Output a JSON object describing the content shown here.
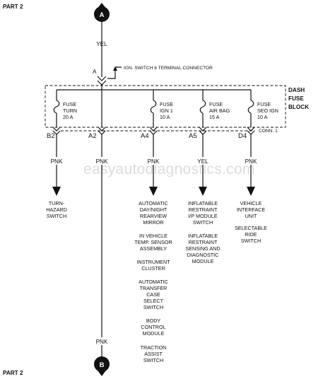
{
  "part_label_top": "PART 2",
  "part_label_bottom": "PART 2",
  "connector_a_letter": "A",
  "connector_b_letter": "B",
  "wire_color_top": "YEL",
  "ign_pin_letter": "A",
  "ign_connector_label": "IGN. SWITCH 6 TERMINAL CONNECTOR",
  "block_title": [
    "DASH",
    "FUSE",
    "BLOCK"
  ],
  "conn1_label": "CONN. 1",
  "fuses": [
    {
      "lines": [
        "FUSE",
        "TURN",
        "20 A"
      ]
    },
    {
      "lines": [
        "FUSE",
        "IGN 1",
        "10 A"
      ]
    },
    {
      "lines": [
        "FUSE",
        "AIR BAG",
        "15 A"
      ]
    },
    {
      "lines": [
        "FUSE",
        "SEO IGN",
        "10 A"
      ]
    }
  ],
  "pins": [
    "B2",
    "A2",
    "A4",
    "A5",
    "D4"
  ],
  "wire_colors": [
    "PNK",
    "PNK",
    "PNK",
    "YEL",
    "PNK"
  ],
  "wire_color_bottom": "PNK",
  "watermark": "easyautodiagnostics.com",
  "destinations": {
    "b2": [
      [
        "TURN-",
        "HAZARD",
        "SWITCH"
      ]
    ],
    "a4": [
      [
        "AUTOMATIC",
        "DAY/NIGHT",
        "REARVIEW",
        "MIRROR"
      ],
      [
        "IN VEHICLE",
        "TEMP. SENSOR",
        "ASSEMBLY"
      ],
      [
        "INSTRUMENT",
        "CLUSTER"
      ],
      [
        "AUTOMATIC",
        "TRANSFER",
        "CASE",
        "SELECT",
        "SWITCH"
      ],
      [
        "BODY",
        "CONTROL",
        "MODULE"
      ],
      [
        "TRACTION",
        "ASSIST",
        "SWITCH"
      ]
    ],
    "a5": [
      [
        "INFLATABLE",
        "RESTRAINT",
        "I/P MODULE",
        "SWITCH"
      ],
      [
        "INFLATABLE",
        "RESTRAINT",
        "SENSING AND",
        "DIAGNOSTIC",
        "MODULE"
      ]
    ],
    "d4": [
      [
        "VEHICLE",
        "INTERFACE",
        "UNIT"
      ],
      [
        "SELECTABLE",
        "RIDE",
        "SWITCH"
      ]
    ]
  }
}
